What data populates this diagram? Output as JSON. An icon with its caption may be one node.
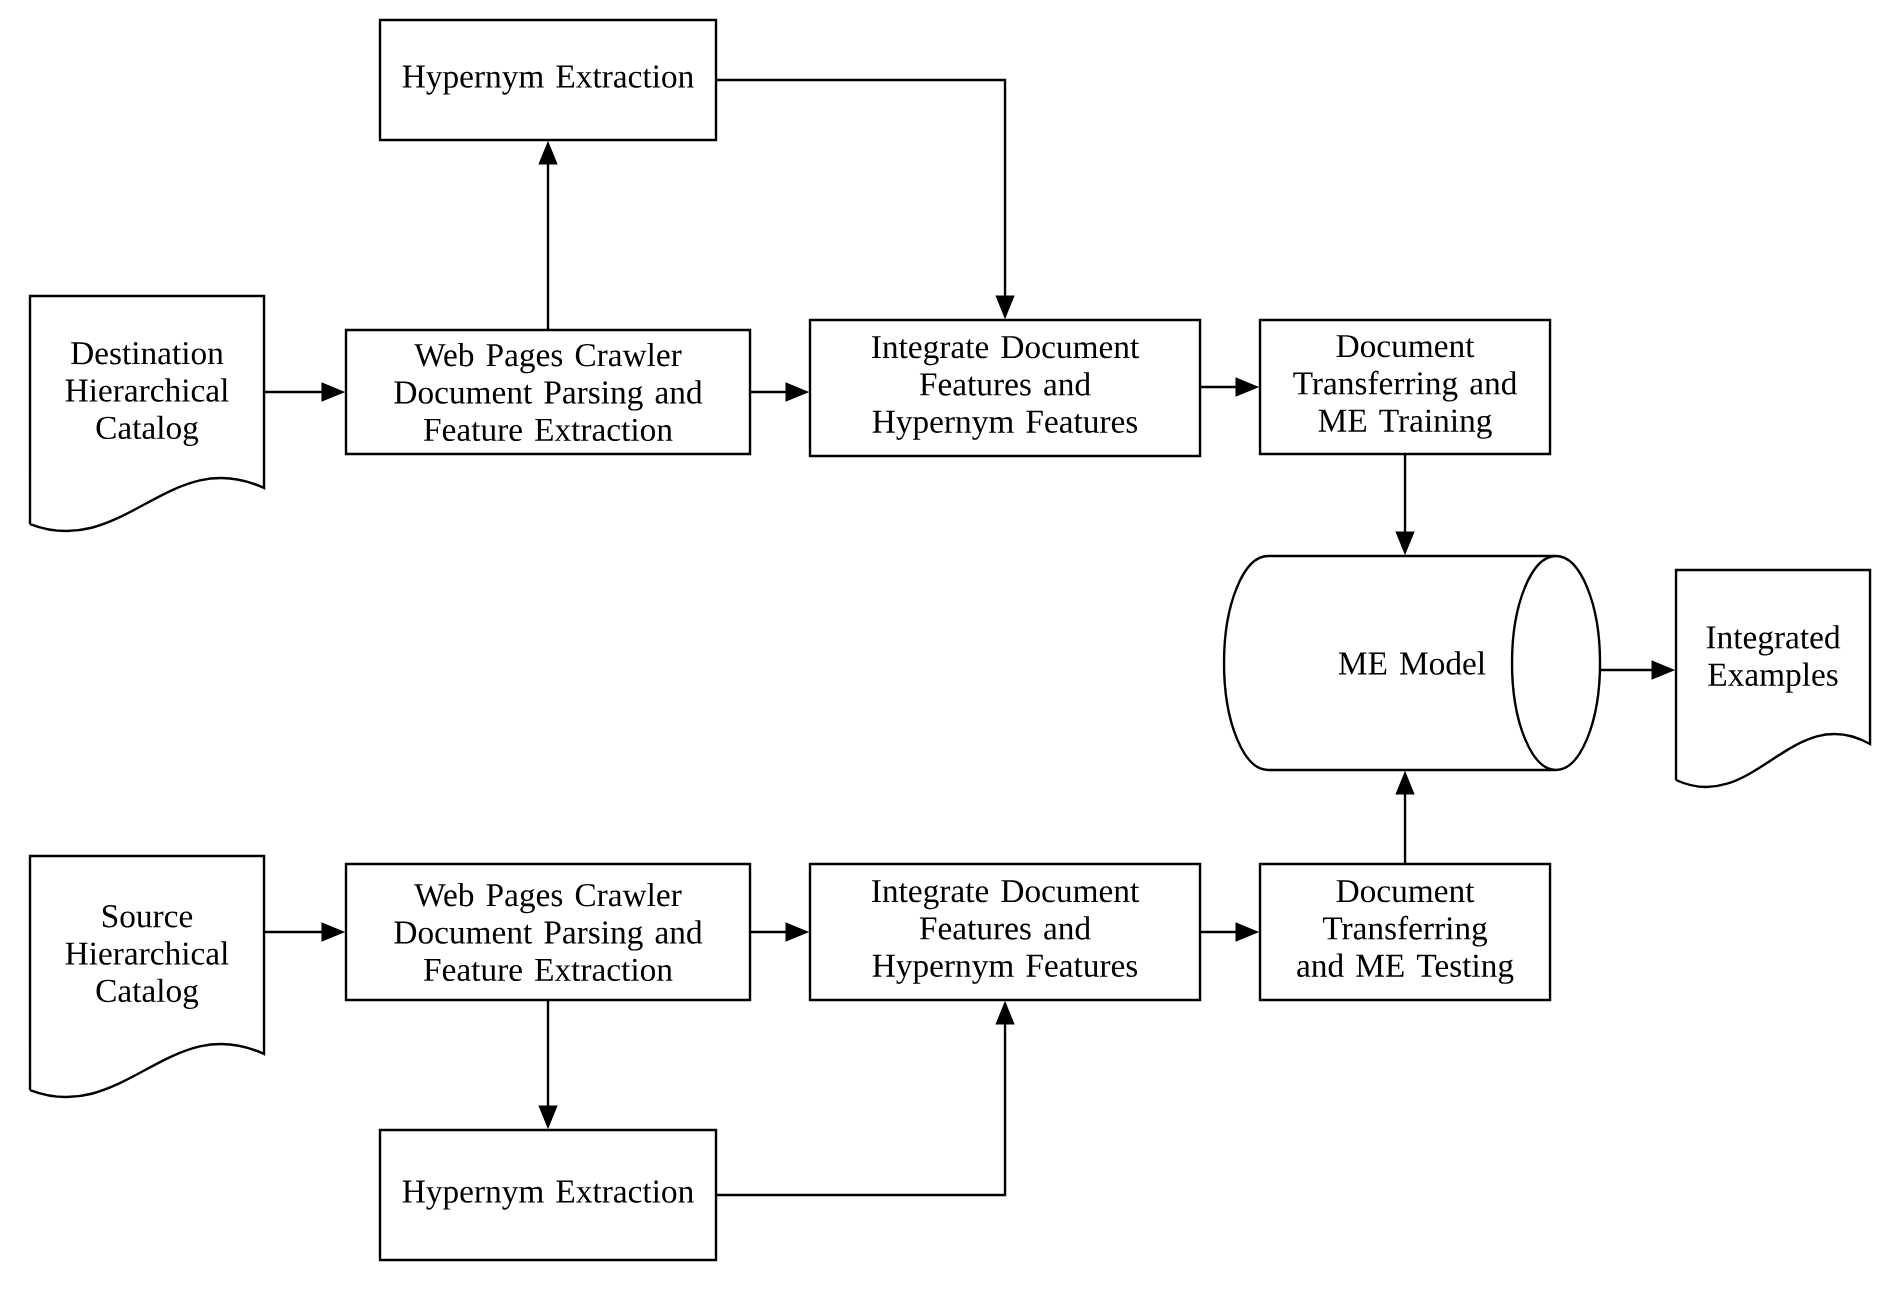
{
  "diagram": {
    "nodes": [
      {
        "text": [
          "Destination Hierarchical Catalog"
        ]
      },
      {
        "text": [
          "Web Pages Crawler Document Parsing and Feature Extraction"
        ]
      },
      {
        "text": [
          "Hypernym Extraction"
        ]
      },
      {
        "text": [
          "Integrate Document Features and Hypernym Features"
        ]
      },
      {
        "text": [
          "Document Transferring and ME Training"
        ]
      },
      {
        "text": [
          "ME Model"
        ]
      },
      {
        "text": [
          "Integrated Examples"
        ]
      },
      {
        "text": [
          "Source Hierarchical Catalog"
        ]
      },
      {
        "text": [
          "Web Pages Crawler Document Parsing and Feature Extraction"
        ]
      },
      {
        "text": [
          "Integrate Document Features and Hypernym Features"
        ]
      },
      {
        "text": [
          "Document Transferring and ME Testing"
        ]
      },
      {
        "text": [
          "Hypernym Extraction"
        ]
      }
    ],
    "edges": [
      {
        "from": 0,
        "to": 1,
        "arrow": "to"
      },
      {
        "from": 1,
        "to": 2,
        "arrow": "to"
      },
      {
        "from": 2,
        "to": 3,
        "arrow": "to"
      },
      {
        "from": 1,
        "to": 3,
        "arrow": "to"
      },
      {
        "from": 3,
        "to": 4,
        "arrow": "to"
      },
      {
        "from": 4,
        "to": 5,
        "arrow": "to"
      },
      {
        "from": 5,
        "to": 6,
        "arrow": "to"
      },
      {
        "from": 7,
        "to": 8,
        "arrow": "to"
      },
      {
        "from": 8,
        "to": 9,
        "arrow": "to"
      },
      {
        "from": 9,
        "to": 10,
        "arrow": "to"
      },
      {
        "from": 10,
        "to": 5,
        "arrow": "to"
      },
      {
        "from": 8,
        "to": 11,
        "arrow": "to"
      },
      {
        "from": 11,
        "to": 9,
        "arrow": "to"
      }
    ]
  }
}
